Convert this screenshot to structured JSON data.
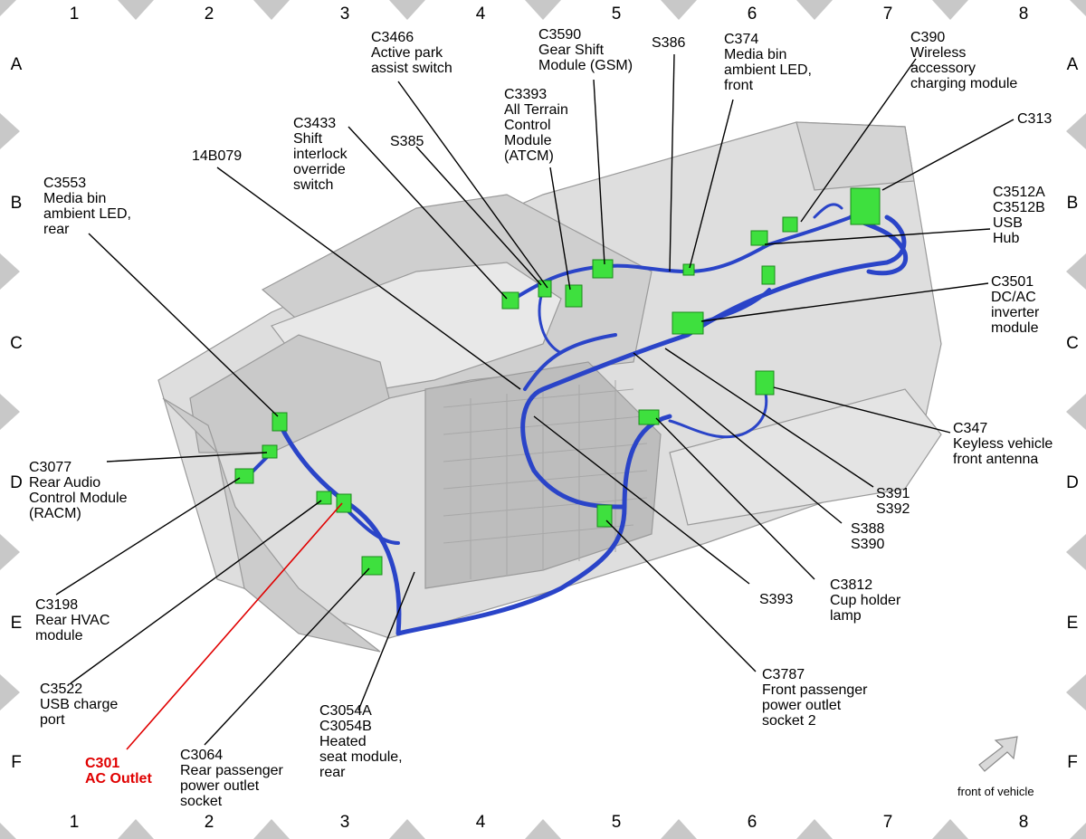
{
  "grid": {
    "columns": [
      "1",
      "2",
      "3",
      "4",
      "5",
      "6",
      "7",
      "8"
    ],
    "rows": [
      "A",
      "B",
      "C",
      "D",
      "E",
      "F"
    ]
  },
  "callouts": {
    "c3466": "C3466\nActive park\nassist switch",
    "c3590": "C3590\nGear Shift\nModule (GSM)",
    "s386": "S386",
    "c374": "C374\nMedia bin\nambient LED,\nfront",
    "c390": "C390\nWireless\naccessory\ncharging module",
    "c313": "C313",
    "c3393": "C3393\nAll Terrain\nControl\nModule\n(ATCM)",
    "c3433": "C3433\nShift\ninterlock\noverride\nswitch",
    "s385": "S385",
    "w14b079": "14B079",
    "c3553": "C3553\nMedia bin\nambient LED,\nrear",
    "c3512": "C3512A\nC3512B\nUSB\nHub",
    "c3501": "C3501\nDC/AC\ninverter\nmodule",
    "c347": "C347\nKeyless vehicle\nfront antenna",
    "s391": "S391\nS392",
    "s388": "S388\nS390",
    "c3812": "C3812\nCup holder\nlamp",
    "s393": "S393",
    "c3787": "C3787\nFront passenger\npower outlet\nsocket 2",
    "c3077": "C3077\nRear Audio\nControl Module\n(RACM)",
    "c3198": "C3198\nRear HVAC\nmodule",
    "c3522": "C3522\nUSB charge\nport",
    "c301": "C301\nAC Outlet",
    "c3064": "C3064\nRear passenger\npower outlet\nsocket",
    "c3054": "C3054A\nC3054B\nHeated\nseat module,\nrear",
    "front_of_vehicle": "front of vehicle"
  },
  "colors": {
    "harness": "#2a44c8",
    "connector": "#3ee03e",
    "highlight": "#e00000",
    "console": "#dcdcdc",
    "grid_marker": "#c8c8c8"
  }
}
